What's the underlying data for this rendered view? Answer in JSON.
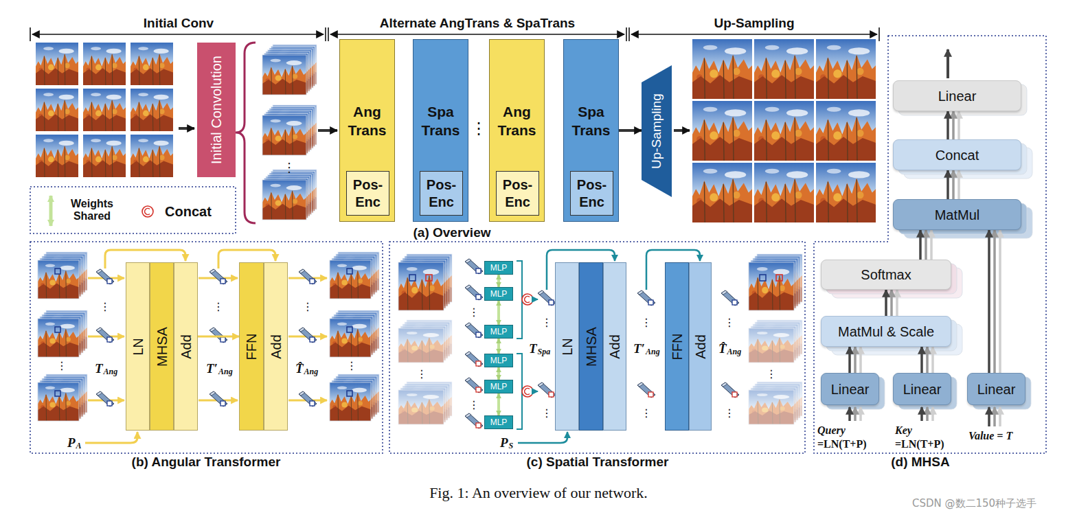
{
  "diagram": {
    "caption": "Fig. 1: An overview of our network.",
    "nodes": [
      {
        "text": [
          "Initial Convolution"
        ]
      },
      {
        "text": [
          "Ang Trans"
        ]
      },
      {
        "text": [
          "Pos-Enc"
        ],
        "in": 1
      },
      {
        "text": [
          "Spa Trans"
        ]
      },
      {
        "text": [
          "Pos-Enc"
        ],
        "in": 3
      },
      {
        "text": [
          "Ang Trans"
        ]
      },
      {
        "text": [
          "Pos-Enc"
        ],
        "in": 5
      },
      {
        "text": [
          "Spa Trans"
        ]
      },
      {
        "text": [
          "Pos-Enc"
        ],
        "in": 7
      },
      {
        "text": [
          "Up-Sampling"
        ]
      },
      {
        "text": [
          "LN"
        ]
      },
      {
        "text": [
          "MHSA"
        ]
      },
      {
        "text": [
          "Add"
        ]
      },
      {
        "text": [
          "FFN"
        ]
      },
      {
        "text": [
          "Add"
        ]
      },
      {
        "text": [
          "MLP"
        ]
      },
      {
        "text": [
          "MLP"
        ]
      },
      {
        "text": [
          "MLP"
        ]
      },
      {
        "text": [
          "MLP"
        ]
      },
      {
        "text": [
          "MLP"
        ]
      },
      {
        "text": [
          "MLP"
        ]
      },
      {
        "text": [
          "LN"
        ]
      },
      {
        "text": [
          "MHSA"
        ]
      },
      {
        "text": [
          "Add"
        ]
      },
      {
        "text": [
          "FFN"
        ]
      },
      {
        "text": [
          "Add"
        ]
      },
      {
        "text": [
          "Linear"
        ]
      },
      {
        "text": [
          "Concat"
        ]
      },
      {
        "text": [
          "MatMul"
        ]
      },
      {
        "text": [
          "Softmax"
        ]
      },
      {
        "text": [
          "MatMul & Scale"
        ]
      },
      {
        "text": [
          "Linear"
        ]
      },
      {
        "text": [
          "Linear"
        ]
      },
      {
        "text": [
          "Linear"
        ]
      }
    ],
    "edges": [
      {
        "from": 7,
        "to": 9,
        "arrow": "to"
      },
      {
        "from": 12,
        "to": 13,
        "arrow": "to"
      },
      {
        "from": 15,
        "to": 16,
        "arrow": "both"
      },
      {
        "from": 16,
        "to": 17,
        "arrow": "both"
      },
      {
        "from": 17,
        "to": 18,
        "arrow": "both"
      },
      {
        "from": 18,
        "to": 19,
        "arrow": "both"
      },
      {
        "from": 19,
        "to": 20,
        "arrow": "both"
      },
      {
        "from": 31,
        "to": 30,
        "arrow": "to"
      },
      {
        "from": 32,
        "to": 30,
        "arrow": "to"
      },
      {
        "from": 30,
        "to": 29,
        "arrow": "to"
      },
      {
        "from": 29,
        "to": 28,
        "arrow": "to"
      },
      {
        "from": 33,
        "to": 28,
        "arrow": "to"
      },
      {
        "from": 28,
        "to": 27,
        "arrow": "to"
      },
      {
        "from": 27,
        "to": 26,
        "arrow": "to"
      }
    ],
    "labels": [
      "Initial Conv",
      "Alternate AngTrans & SpaTrans",
      "Up-Sampling",
      "⋮",
      "⋮",
      "(a) Overview",
      "⋮",
      "T",
      "Ang",
      "⋮",
      "T′",
      "Ang",
      "⋮",
      "T̂",
      "Ang",
      "⋮",
      "⋮",
      "P",
      "A",
      "(b) Angular Transformer",
      "⋮",
      "⋮",
      "⋮",
      "⋮",
      "T",
      "Spa",
      "⋮",
      "⋮",
      "T′",
      "Ang",
      "⋮",
      "⋮",
      "T̂",
      "Ang",
      "⋮",
      "⋮",
      "P",
      "S",
      "(c) Spatial Transformer",
      "Query",
      "=LN(T+P)",
      "Key",
      "=LN(T+P)",
      "Value = T",
      "(d) MHSA",
      "CSDN @数二150种子选手"
    ],
    "legend": [
      {
        "text": "Weights Shared"
      },
      {
        "text": "Concat"
      }
    ]
  }
}
